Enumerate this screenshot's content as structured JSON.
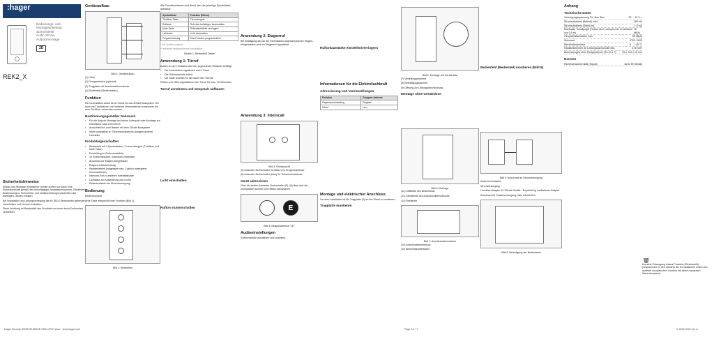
{
  "brand": ":hager",
  "product": {
    "lines": [
      "Bedienungs- und",
      "Montageanleitung",
      "Sprechstelle",
      "Audio 2D sw,",
      "Aufputzmontage"
    ],
    "badge": "2D",
    "ref": "REK2_X"
  },
  "col1": {
    "warning_title": "Sicherheitshinweise",
    "warning_text": "Einbau und Montage elektrischer Geräte dürfen nur durch eine Elektrofachkraft gemäß den einschlägigen Installationsnormen, Richtlinien, Bestimmungen, Sicherheits- und Unfallverhütungsvorschriften des jeweiligen Landes erfolgen.",
    "warning_text2": "Bei Installation und Leitungsverlegung die für SELV-Stromkreise geltenden Vorschriften und Normen einhalten.",
    "warning_text3": "Diese Anleitung ist Bestandteil des Produkts und muss beim Endkunden verbleiben."
  },
  "col2": {
    "title_geraete": "Geräteaufbau",
    "items": [
      "(1) Hörer",
      "(2) Designrahmen (optional)",
      "(3) Tragplatte mit Anschlussklemmblock",
      "(4) Bedienfeld (Bedientasten)"
    ],
    "fig1": "Bild 1: Geräteaufbau",
    "title_funktion": "Funktion",
    "funktion_text": "Die Innenstation Audio ist ein Gerät für das 2Draht Bussystem. Sie kann mit Türstationen und weiteren Innenstationen zusammen mit dem Türöffner verbunden werden.",
    "title_bestimmung": "Bestimmungsgemäßer Gebrauch",
    "bestimmung": [
      "Für die Aufputz Montage auf einem Unterputz oder Montage auf ebenfläche nach DIN 49073",
      "Ausschließlich zum Betrieb mit dem 2Draht Bussystem",
      "Nicht kompatibel zu Türkommunikations-Anlagen anderer Hersteller"
    ],
    "title_eigenschaften": "Produkteigenschaften",
    "eigenschaften": [
      "Bedienfeld mit 4 Symboltasten: 2 neue belegbar (Türöffner und Mute Taste)",
      "Einstellung im Ruftonlautstärke",
      "10 Ruftonmelodien, individuell zuweisbar",
      "Anschluss für Etagen-Klingeltaster",
      "Etagenruf-Weiterleitung",
      "Parallelbetrieb (insgesamt max. 3 gleich adressierte Innenstationen)",
      "Intercom-Ruf zu anderen Innenstationen",
      "Lichttaste zur Ansteuerung des Lichts",
      "Relaiskontakte der Stromversorgung"
    ],
    "title_bedienung": "Bedienung",
    "bedienung_sub": "Bedienkonzept",
    "bedienung_text": "Jede Taste entspricht einer Funktion (Bild 2).",
    "fig2": "Bild 2: Bedienfeld"
  },
  "col3": {
    "intro": "Alle Grundfunktionen sind direkt über die jeweilige Symboltaste aufrufbar:",
    "table_head": [
      "Symboltaste",
      "Funktion (Ebene)"
    ],
    "table_rows": [
      [
        "Türöffner-Taste",
        "Tür entriegeln"
      ],
      [
        "Ruftaste",
        "Ruf einer beliebigen Innenstation"
      ],
      [
        "Mute-Taste",
        "Ruftonlautstärke verringern"
      ],
      [
        "Lichttaste",
        "Licht einschalten"
      ],
      [
        "Programmierung",
        "Eine Funktion programmieren"
      ]
    ],
    "legend": "* mit Quittierungston",
    "legend2": "** erfordert entsprechende Installation",
    "table_caption": "Tabelle 1: Bedienfeld Tasten",
    "title_anw1": "Anwendung 1: Türruf",
    "anw1_text": "Außen an der Türstation wird der zugeordnete Ruftaster betätigt.",
    "anw1_items": [
      "Die Innenstation signalisiert einen Türruf",
      "Die Ruftonmelodie ertönt.",
      "Die Taste leuchtet für die Dauer des Türrufs."
    ],
    "anw1_text2": "Rufton und LEDs signalisieren den Türruf für max. 30 Sekunden.",
    "anw1_sub": "Türruf annehmen und Gespräch aufbauen",
    "anw1_sub2": "Licht einschalten",
    "anw1_sub3": "Rufton stummschalten"
  },
  "col4": {
    "title_anw2": "Anwendung 2: Etagenruf",
    "anw2_text": "Bei Betätigung des an der Innenstation angeschlossenen Etagen-Klingeltasters wird ein Etagenruf signalisiert.",
    "title_anw3": "Anwendung 3: Interncall",
    "fig3": "Bild 3: Rückansicht",
    "rueck": [
      "(5) Adressier-Drehschalter (schwarz) für Gruppenadresse",
      "(6) Adressier-Drehschalter (blau) für Teilnehmeradresse"
    ],
    "title_adresse": "Gerät adressieren",
    "adresse_text": "Über die beiden Adressier-Drehschalter (5), (6) lässt sich die Innenstation schnell und einfach adressieren.",
    "fig4": "Bild 4: Beispieladresse \"1E\"",
    "title_audio": "Audioeinstellungen",
    "audio_sub": "Ruftonmelodie auswählen und zuweisen"
  },
  "col5": {
    "sub1": "Ruftonlautstärke einstellen/verringern",
    "title_info": "Informationen für die Elektrofachkraft",
    "title_adressierung": "Adressierung und Vereinstellungen",
    "table_head": [
      "Funktion",
      "Gruppen-Adresse"
    ],
    "table_rows": [
      [
        "Gegensprechstellung",
        "Eingabe"
      ],
      [
        "Hörer*",
        "Leer"
      ]
    ],
    "title_montage": "Montage und elektrischer Anschluss",
    "montage_text": "Vor dem Installation ist die Tragplatte (3) an der Wand zu montieren.",
    "montage_sub": "Tragplatte montieren"
  },
  "col6": {
    "fig5": "Bild 5: Montage auf Gerätedose",
    "items": [
      "(7) Verteilungselement",
      "(8) Befestigungsrahmen",
      "(9) Öffnung zur Leitungsdurchführung"
    ],
    "sub": "Montage ohne Gerätedose",
    "fig6": "Bild 6: Montage",
    "items2": [
      "(12) Stiftleiste des Bedienfelds",
      "(13) Steckleiste des Anschlussklemmblocks",
      "(14) Rastfeder"
    ],
    "fig7": "Bild 7: Anschlussklemmblock",
    "items3": [
      "(10) Anschlussklemmblock",
      "(11) Abschlusswiderstand"
    ]
  },
  "col7": {
    "sub1": "Bedienfeld (Bedienteil) montieren (Bild 8)",
    "fig_anschluss": "Bild 9: Anschluss an Stromversorgung",
    "legend": [
      "Audio-Innenstation",
      "Stromversorgung",
      "Lernalles-Adapter für 2Draht-Geräte - Empfehlung zusätzlicher Adapter",
      "Anschluss für Zusatzversorgung, falls erforderlich"
    ],
    "fig8": "Bild 8: Befestigung der Bedientaste"
  },
  "col8": {
    "title_anhang": "Anhang",
    "title_tech": "Technische Daten",
    "tech": [
      [
        "Versorgungsspannung SV, über Bus",
        "22 ... 24 V ="
      ],
      [
        "Stromaufnahme (Betrieb) max.",
        "180 mA"
      ],
      [
        "Stromaufnahme (Stand-by)",
        "< 6 mA"
      ],
      [
        "Maximaler Schallpegel (Rufton über Lautsprecher im Abstand von 0,5 m)",
        "78 dB(A)"
      ],
      [
        "Gesprächslautstärke max.",
        "85 dB(A)"
      ],
      [
        "Schutzart",
        "IP20 / IK03"
      ],
      [
        "Betriebstemperatur",
        "0 ... +45 °C"
      ],
      [
        "Haustürklemmen für Leitungsquerschnitt max.",
        "0,75 mm²"
      ],
      [
        "Abmessungen ohne Designrahmen (B x H x T)",
        "93 x 143 x 18 mm"
      ]
    ],
    "title_normen": "Normen",
    "normen": [
      [
        "Richtlinienkonformität (Signal)",
        "siehe EN 50486"
      ]
    ],
    "disposal": "Korrekte Entsorgung dieses Produkts (Elektromüll). (Anzuwenden in den Ländern der Europäischen Union und anderen europäischen Ländern mit einem separaten Sammelsystem)."
  },
  "footer": {
    "left": "Hager Security GDSB 50-8B2ZE GRILLES France · www.hager.com",
    "right": "© 2022 2004 Ind. A",
    "page": "Page 1/1 T7"
  }
}
